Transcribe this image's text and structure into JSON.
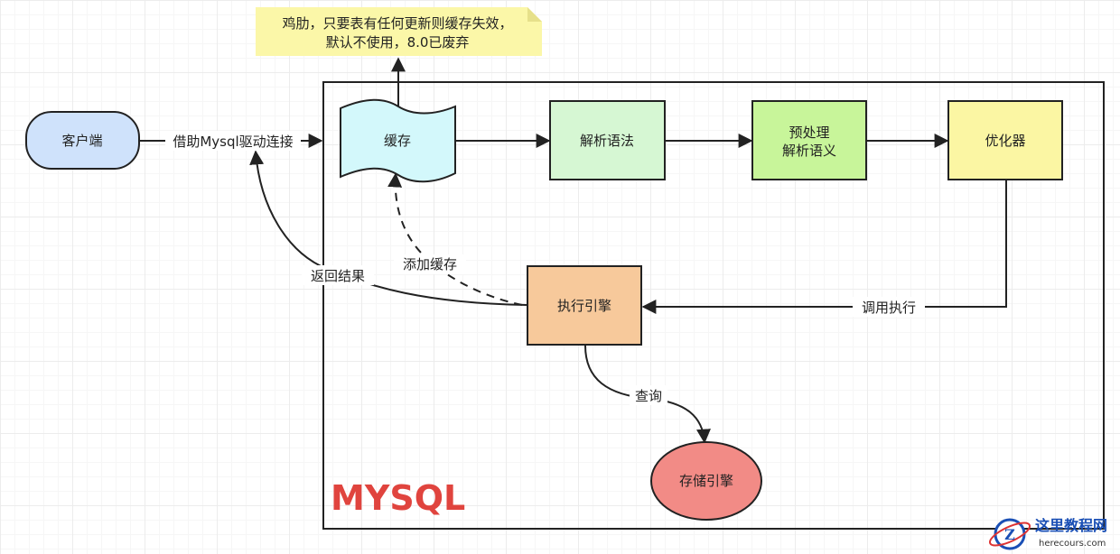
{
  "colors": {
    "client": "#cfe2fb",
    "cache": "#d3f8fb",
    "parser": "#d6f7d3",
    "preprocessor": "#c8f59a",
    "optimizer": "#fbf6a3",
    "executor": "#f7c99b",
    "storage": "#f28b86",
    "note": "#fbf7a8",
    "title": "#e0443e",
    "stroke": "#222222"
  },
  "nodes": {
    "client": "客户端",
    "cache": "缓存",
    "parser": "解析语法",
    "preprocessor_line1": "预处理",
    "preprocessor_line2": "解析语义",
    "optimizer": "优化器",
    "executor": "执行引擎",
    "storage": "存储引擎"
  },
  "note": {
    "line1": "鸡肋，只要表有任何更新则缓存失效，",
    "line2": "默认不使用，8.0已废弃"
  },
  "edges": {
    "client_to_cache": "借助Mysql驱动连接",
    "return_result": "返回结果",
    "add_cache": "添加缓存",
    "call_execute": "调用执行",
    "query": "查询"
  },
  "container_title": "MYSQL",
  "watermark": {
    "logo_letter": "Z",
    "title": "这里教程网",
    "subtitle": "herecours.com"
  }
}
